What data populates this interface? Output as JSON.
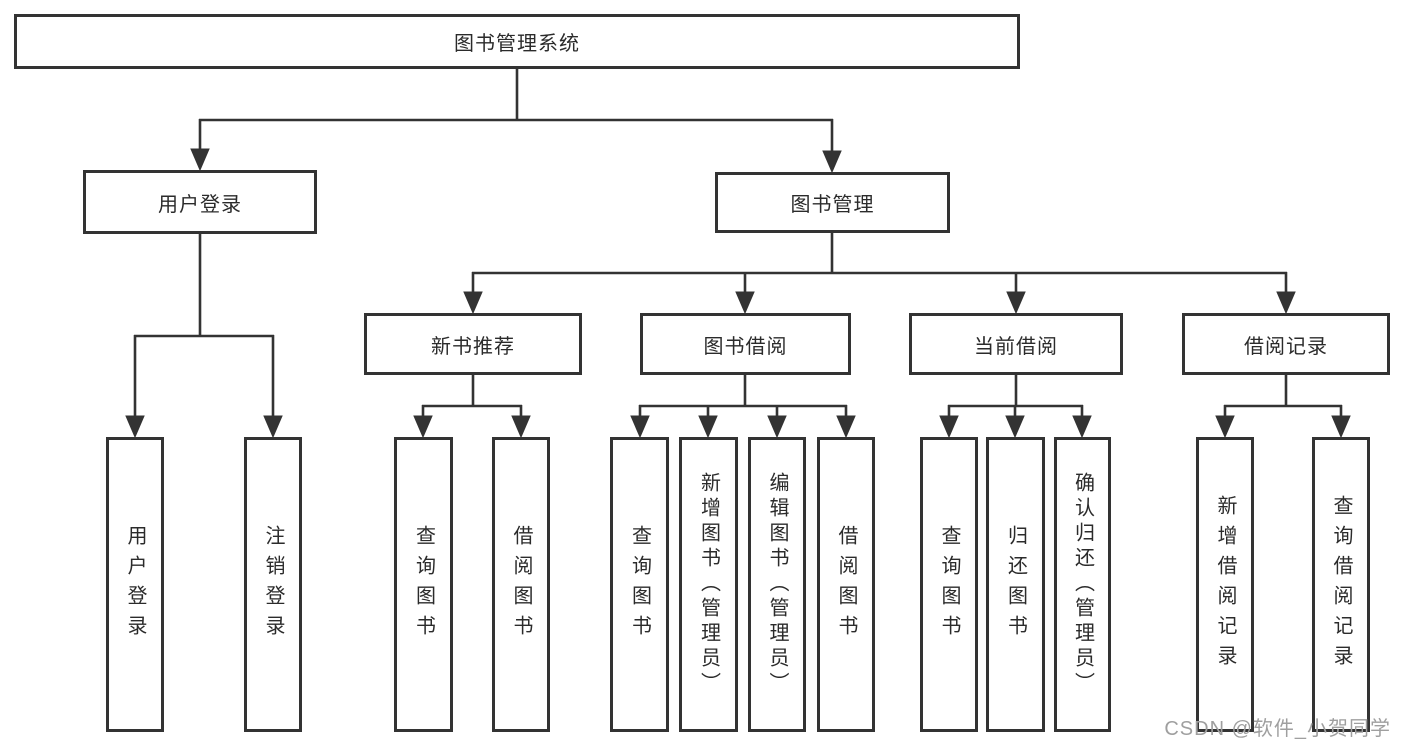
{
  "diagram": {
    "root": {
      "label": "图书管理系统"
    },
    "level2": [
      {
        "id": "user-login",
        "label": "用户登录"
      },
      {
        "id": "book-management",
        "label": "图书管理"
      }
    ],
    "level3": [
      {
        "id": "new-book-recommend",
        "label": "新书推荐"
      },
      {
        "id": "book-borrow",
        "label": "图书借阅"
      },
      {
        "id": "current-borrow",
        "label": "当前借阅"
      },
      {
        "id": "borrow-records",
        "label": "借阅记录"
      }
    ],
    "leaves": {
      "login": [
        "用户登录",
        "注销登录"
      ],
      "recommend": [
        "查询图书",
        "借阅图书"
      ],
      "borrow": [
        "查询图书",
        "新增图书（管理员）",
        "编辑图书（管理员）",
        "借阅图书"
      ],
      "current": [
        "查询图书",
        "归还图书",
        "确认归还（管理员）"
      ],
      "records": [
        "新增借阅记录",
        "查询借阅记录"
      ]
    }
  },
  "watermark": {
    "text": "CSDN @软件_小贺同学"
  },
  "colors": {
    "line": "#333333",
    "box_border": "#333333",
    "text": "#2b2b2b",
    "watermark": "#9f9f9f",
    "background": "#ffffff"
  }
}
